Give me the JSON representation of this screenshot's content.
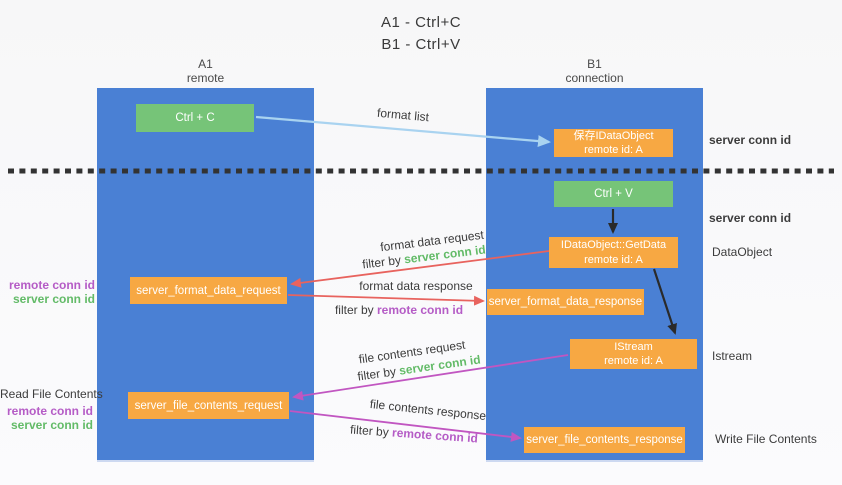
{
  "title": {
    "line1": "A1 - Ctrl+C",
    "line2": "B1 - Ctrl+V"
  },
  "columns": {
    "a1": {
      "name": "A1",
      "subtitle": "remote"
    },
    "b1": {
      "name": "B1",
      "subtitle": "connection"
    }
  },
  "nodes": {
    "ctrl_c": {
      "label": "Ctrl + C"
    },
    "save_idataobject": {
      "line1": "保存IDataObject",
      "line2": "remote id: A"
    },
    "ctrl_v": {
      "label": "Ctrl + V"
    },
    "getdata": {
      "line1": "IDataObject::GetData",
      "line2": "remote id: A"
    },
    "format_request": {
      "label": "server_format_data_request"
    },
    "format_response": {
      "label": "server_format_data_response"
    },
    "istream": {
      "line1": "IStream",
      "line2": "remote id: A"
    },
    "file_request": {
      "label": "server_file_contents_request"
    },
    "file_response": {
      "label": "server_file_contents_response"
    }
  },
  "arrow_labels": {
    "format_list": "format list",
    "format_data_request": "format data request",
    "format_data_response": "format data response",
    "file_contents_request": "file contents request",
    "file_contents_response": "file contents response",
    "filter_by": "filter by",
    "server_conn_id": "server conn id",
    "remote_conn_id": "remote conn id"
  },
  "side_labels": {
    "remote_conn_id": "remote conn id",
    "server_conn_id": "server conn id",
    "read_file_contents": "Read File Contents",
    "write_file_contents": "Write File Contents",
    "data_object": "DataObject",
    "istream": "Istream"
  },
  "colors": {
    "column_blue": "#4a80d4",
    "box_green": "#76c478",
    "box_orange": "#f7a843",
    "arrow_light_blue": "#a9d3f0",
    "arrow_red": "#e8635e",
    "arrow_magenta": "#c156c1",
    "arrow_black": "#2a2a2a",
    "label_purple": "#b55cc6",
    "label_green": "#63bb68"
  }
}
